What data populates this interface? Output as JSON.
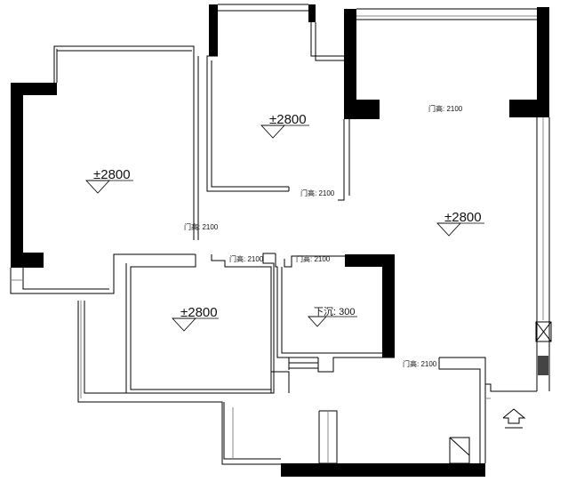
{
  "plan": {
    "level_marks": [
      {
        "id": "bedroom-left",
        "text": "±2800"
      },
      {
        "id": "bedroom-top",
        "text": "±2800"
      },
      {
        "id": "living-room",
        "text": "±2800"
      },
      {
        "id": "bedroom-bottom",
        "text": "±2800"
      },
      {
        "id": "bathroom",
        "text": "下沉: 300"
      }
    ],
    "door_labels": [
      {
        "id": "door-living-top",
        "text": "门高: 2100"
      },
      {
        "id": "door-bedroom-top",
        "text": "门高: 2100"
      },
      {
        "id": "door-bedroom-left",
        "text": "门高: 2100"
      },
      {
        "id": "door-bedroom-bottom",
        "text": "门高: 2100"
      },
      {
        "id": "door-bathroom",
        "text": "门高: 2100"
      },
      {
        "id": "door-kitchen",
        "text": "门高: 2100"
      }
    ],
    "colors": {
      "wall": "#000000",
      "line": "#000000",
      "background": "#ffffff"
    }
  }
}
